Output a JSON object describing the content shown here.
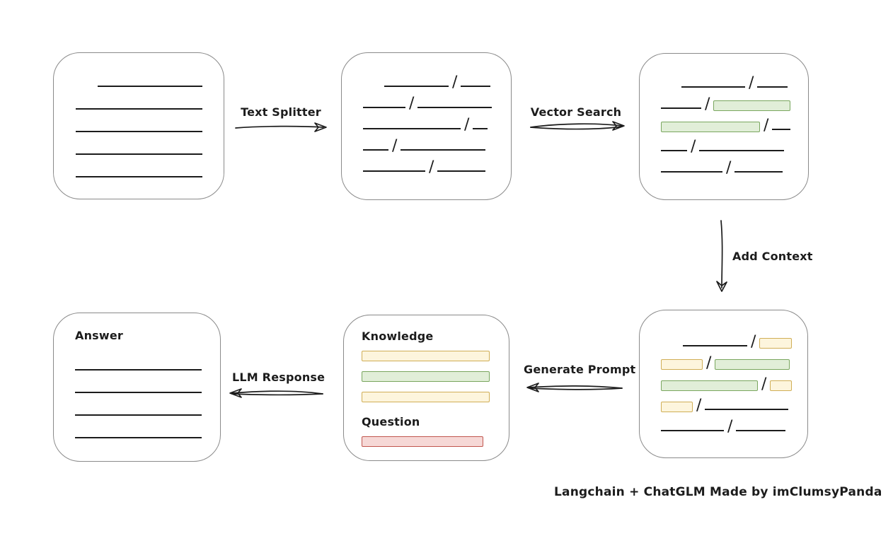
{
  "caption": "Langchain + ChatGLM Made by imClumsyPanda",
  "arrows": {
    "text_splitter": "Text Splitter",
    "vector_search": "Vector Search",
    "add_context": "Add Context",
    "generate_prompt": "Generate Prompt",
    "llm_response": "LLM Response"
  },
  "colors": {
    "ink": "#1c1c1c",
    "box_border": "#8a8a8a",
    "green_fill": "#e1eed8",
    "green_stroke": "#79a65e",
    "yellow_fill": "#fdf5dd",
    "yellow_stroke": "#d0ae56",
    "red_fill": "#f6d8d6",
    "red_stroke": "#c1574f"
  },
  "boxes": {
    "document": {
      "lines": [
        {
          "indent": 31,
          "w": 148
        },
        {
          "indent": 0,
          "w": 179
        },
        {
          "indent": 0,
          "w": 179
        },
        {
          "indent": 0,
          "w": 179
        },
        {
          "indent": 0,
          "w": 179
        }
      ]
    },
    "split": {
      "rows": [
        {
          "indent": 30,
          "segs": [
            {
              "t": "line",
              "w": 91
            },
            {
              "t": "line",
              "w": 42
            }
          ]
        },
        {
          "indent": 0,
          "segs": [
            {
              "t": "line",
              "w": 60
            },
            {
              "t": "line",
              "w": 105
            }
          ]
        },
        {
          "indent": 0,
          "segs": [
            {
              "t": "line",
              "w": 138
            },
            {
              "t": "line",
              "w": 21
            }
          ]
        },
        {
          "indent": 0,
          "segs": [
            {
              "t": "line",
              "w": 36
            },
            {
              "t": "line",
              "w": 120
            }
          ]
        },
        {
          "indent": 0,
          "segs": [
            {
              "t": "line",
              "w": 88
            },
            {
              "t": "line",
              "w": 68
            }
          ]
        }
      ]
    },
    "vector": {
      "rows": [
        {
          "indent": 29,
          "segs": [
            {
              "t": "line",
              "w": 90
            },
            {
              "t": "line",
              "w": 43
            }
          ]
        },
        {
          "indent": 0,
          "segs": [
            {
              "t": "line",
              "w": 57
            },
            {
              "t": "green",
              "w": 107
            }
          ]
        },
        {
          "indent": 0,
          "segs": [
            {
              "t": "green",
              "w": 138
            },
            {
              "t": "line",
              "w": 26
            }
          ]
        },
        {
          "indent": 0,
          "segs": [
            {
              "t": "line",
              "w": 37
            },
            {
              "t": "line",
              "w": 120
            }
          ]
        },
        {
          "indent": 0,
          "segs": [
            {
              "t": "line",
              "w": 87
            },
            {
              "t": "line",
              "w": 68
            }
          ]
        }
      ]
    },
    "context": {
      "rows": [
        {
          "indent": 31,
          "segs": [
            {
              "t": "line",
              "w": 91
            },
            {
              "t": "yellow",
              "w": 44
            }
          ]
        },
        {
          "indent": 0,
          "segs": [
            {
              "t": "yellow",
              "w": 57
            },
            {
              "t": "green",
              "w": 104
            }
          ]
        },
        {
          "indent": 0,
          "segs": [
            {
              "t": "green",
              "w": 135
            },
            {
              "t": "yellow",
              "w": 29
            }
          ]
        },
        {
          "indent": 0,
          "segs": [
            {
              "t": "yellow",
              "w": 43
            },
            {
              "t": "line",
              "w": 118
            }
          ]
        },
        {
          "indent": 0,
          "segs": [
            {
              "t": "line",
              "w": 89
            },
            {
              "t": "line",
              "w": 70
            }
          ]
        }
      ]
    },
    "prompt": {
      "knowledge_label": "Knowledge",
      "question_label": "Question",
      "knowledge_bars": [
        {
          "color": "yellow",
          "w": 179
        },
        {
          "color": "green",
          "w": 179
        },
        {
          "color": "yellow",
          "w": 179
        }
      ],
      "question_bars": [
        {
          "color": "red",
          "w": 170
        }
      ]
    },
    "answer": {
      "label": "Answer",
      "lines": [
        {
          "indent": 0,
          "w": 179
        },
        {
          "indent": 0,
          "w": 179
        },
        {
          "indent": 0,
          "w": 179
        },
        {
          "indent": 0,
          "w": 179
        }
      ]
    }
  }
}
